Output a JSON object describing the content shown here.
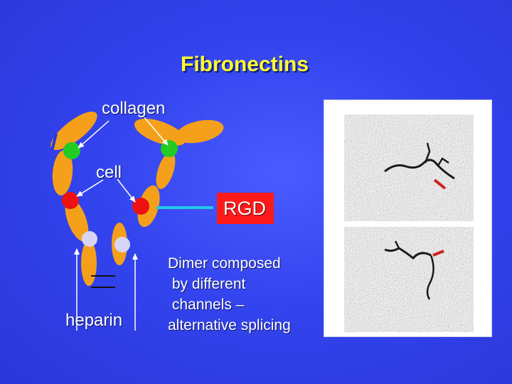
{
  "title": "Fibronectins",
  "labels": {
    "collagen": "collagen",
    "cell": "cell",
    "heparin": "heparin",
    "rgd": "RGD"
  },
  "description_lines": [
    "Dimer composed",
    " by different",
    " channels –",
    "alternative splicing"
  ],
  "colors": {
    "background": "#3344ee",
    "title": "#ffff33",
    "domain_body": "#f5a01a",
    "collagen_domain": "#22cc22",
    "cell_domain": "#ee1111",
    "heparin_domain": "#d6d6f4",
    "rgd_box": "#ff1a1a",
    "rgd_line": "#22c8e8"
  }
}
